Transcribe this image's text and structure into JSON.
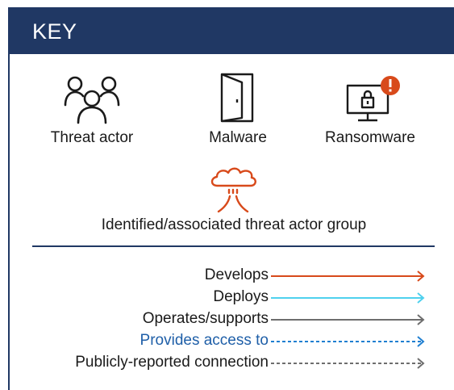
{
  "title": "KEY",
  "icons": [
    {
      "name": "threat-actor-icon",
      "label": "Threat actor"
    },
    {
      "name": "malware-icon",
      "label": "Malware"
    },
    {
      "name": "ransomware-icon",
      "label": "Ransomware"
    }
  ],
  "group": {
    "name": "threat-actor-group-icon",
    "label": "Identified/associated threat actor group"
  },
  "legend": [
    {
      "label": "Develops",
      "color": "#d84a1b",
      "style": "solid"
    },
    {
      "label": "Deploys",
      "color": "#4fd1ee",
      "style": "solid"
    },
    {
      "label": "Operates/supports",
      "color": "#6e6e6e",
      "style": "solid"
    },
    {
      "label": "Provides access to",
      "color": "#1f7fd1",
      "style": "dashed"
    },
    {
      "label": "Publicly-reported connection",
      "color": "#6e6e6e",
      "style": "dashed"
    }
  ],
  "colors": {
    "header": "#203864",
    "icon": "#1a1a1a",
    "accent": "#d84a1b"
  }
}
